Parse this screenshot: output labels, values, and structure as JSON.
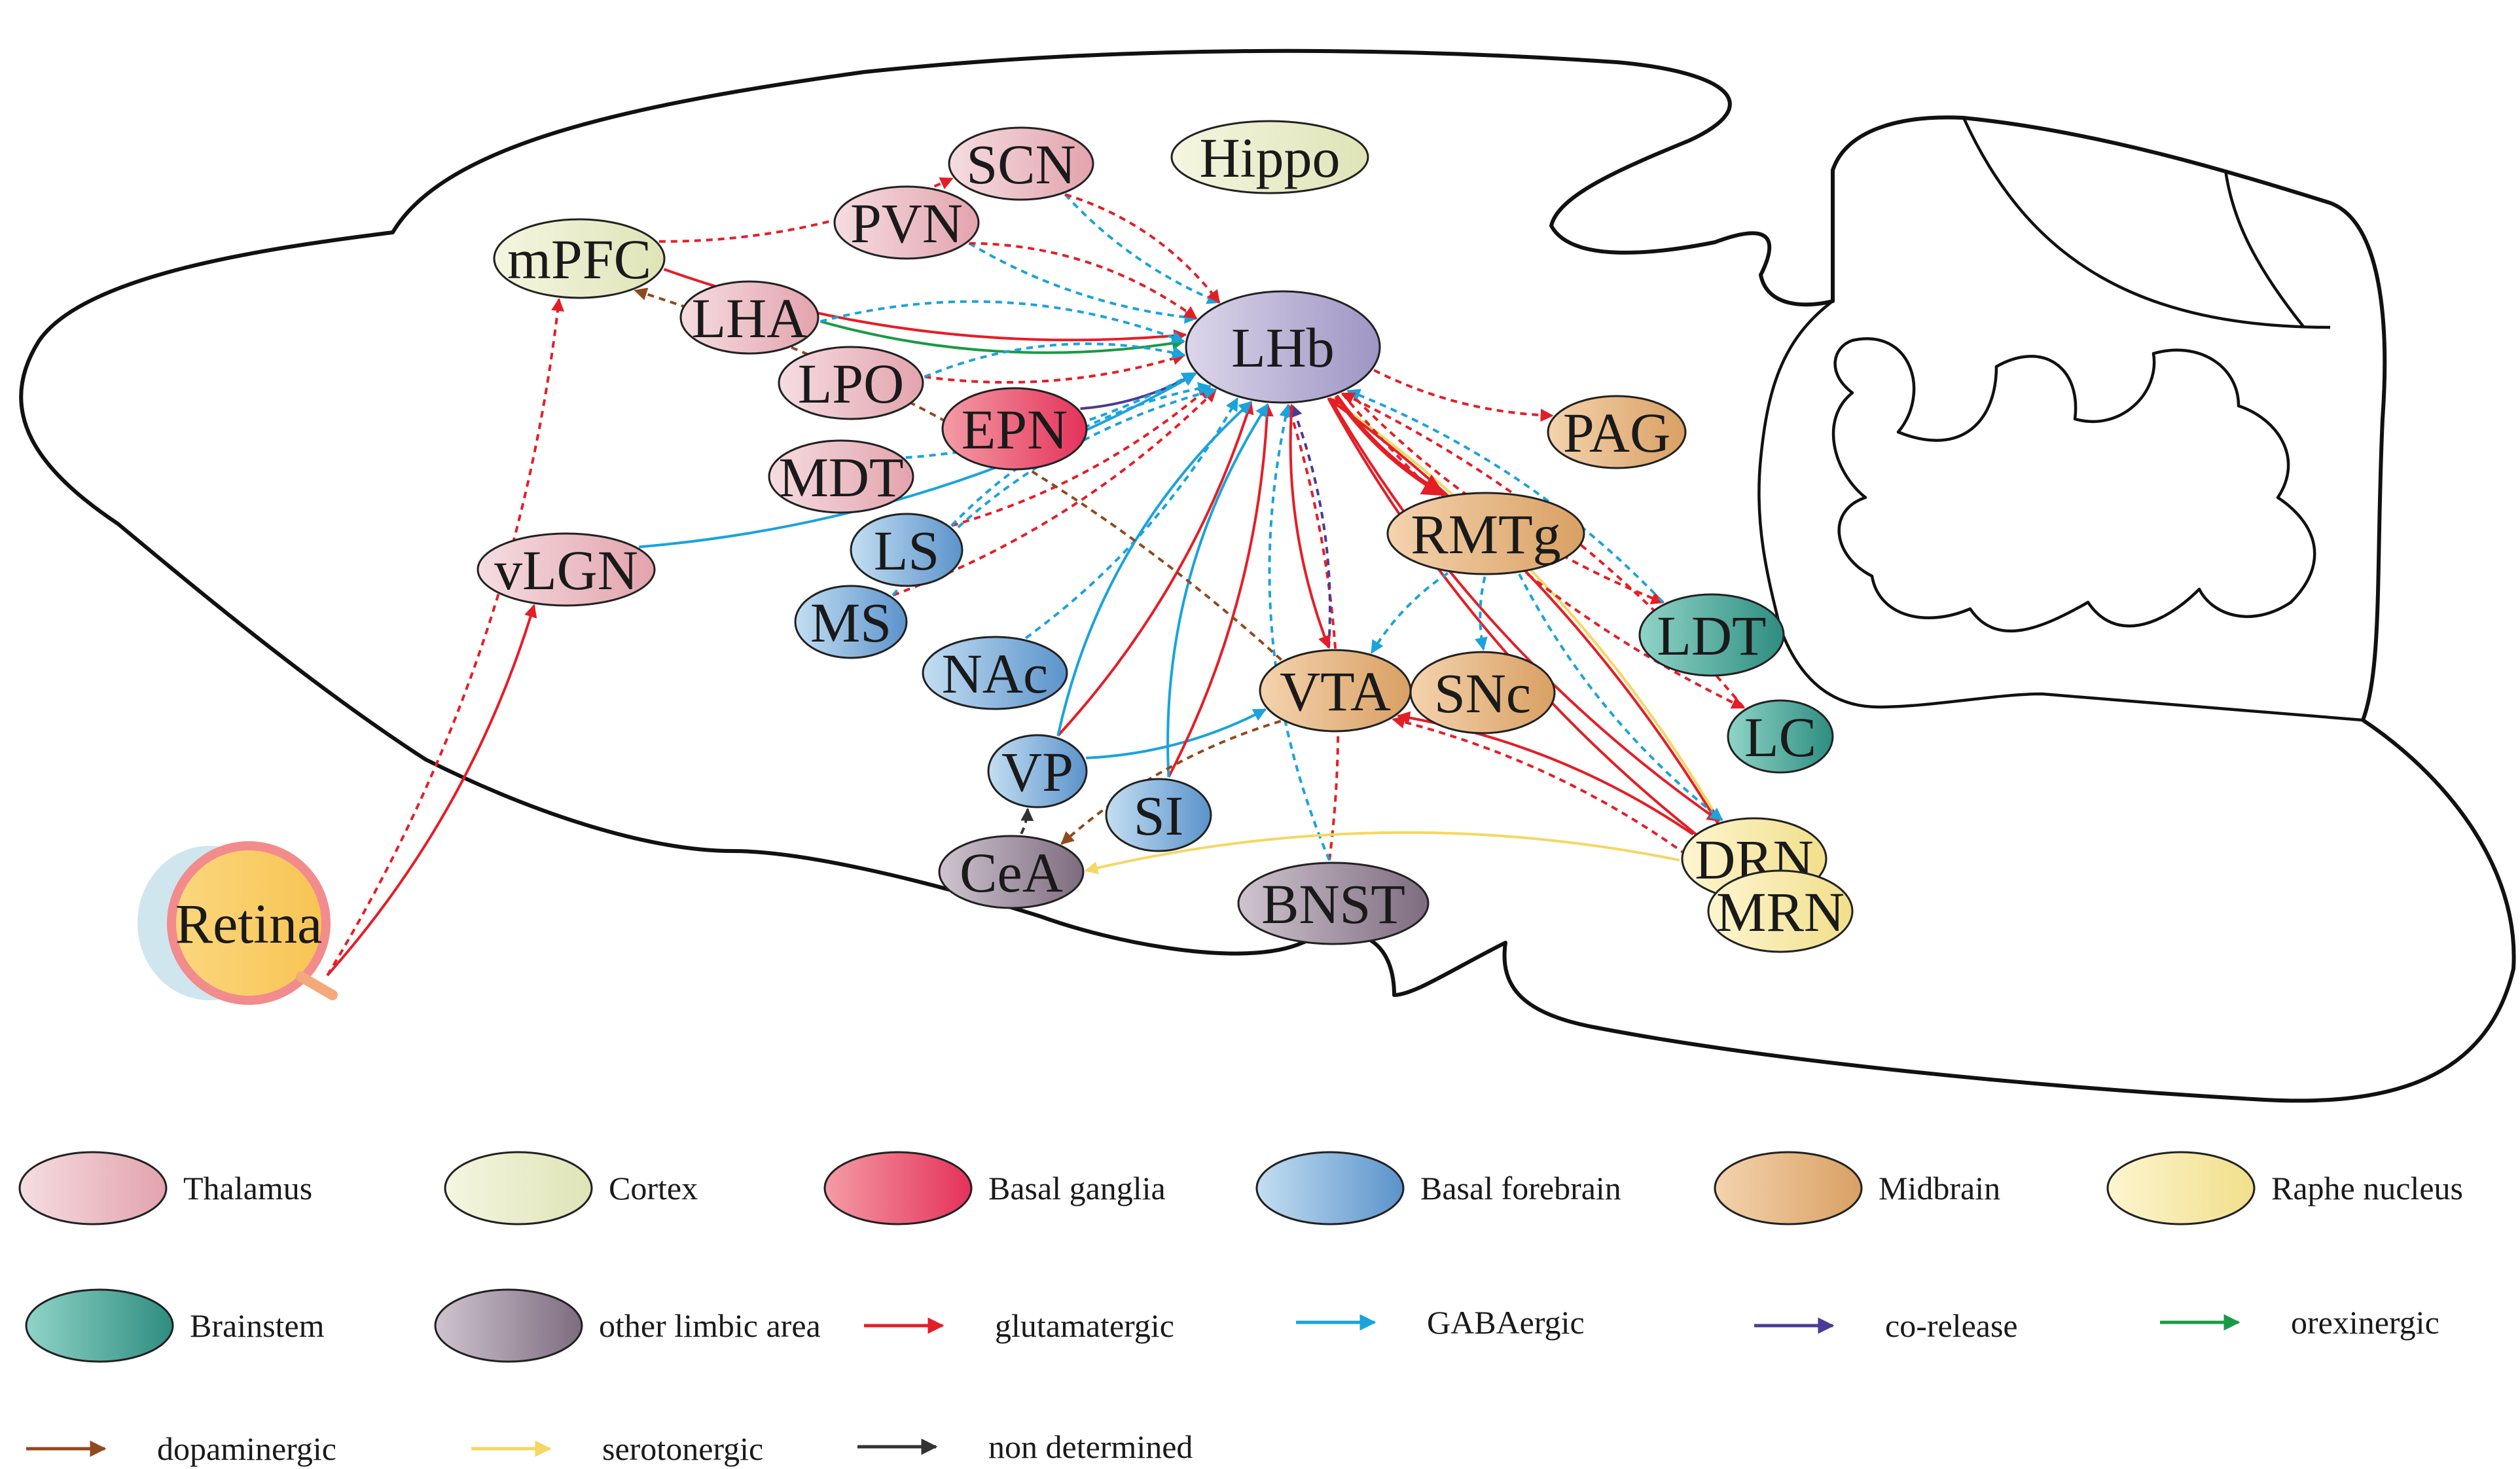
{
  "colors": {
    "glutamatergic": "#e41e26",
    "gabaergic": "#1aa3dc",
    "corelease": "#4b3a96",
    "orexinergic": "#1a9a45",
    "dopaminergic": "#8e4a1e",
    "serotonergic": "#f4d764",
    "nondetermined": "#333333"
  },
  "categories": {
    "thalamus": {
      "label": "Thalamus",
      "c1": "#f5dde1",
      "c2": "#e3a3ad"
    },
    "cortex": {
      "label": "Cortex",
      "c1": "#f4f6e0",
      "c2": "#dfe4b7"
    },
    "basal_ganglia": {
      "label": "Basal ganglia",
      "c1": "#f49ca5",
      "c2": "#e4325a"
    },
    "basal_forebrain": {
      "label": "Basal forebrain",
      "c1": "#c3def2",
      "c2": "#5b93cb"
    },
    "midbrain": {
      "label": "Midbrain",
      "c1": "#f4d3ae",
      "c2": "#d9a063"
    },
    "raphe": {
      "label": "Raphe nucleus",
      "c1": "#fdf5d0",
      "c2": "#f1df8a"
    },
    "brainstem": {
      "label": "Brainstem",
      "c1": "#8fd4c7",
      "c2": "#2e8d80"
    },
    "limbic": {
      "label": "other limbic area",
      "c1": "#cfc4cf",
      "c2": "#7d6c7f"
    },
    "lhb": {
      "label": "",
      "c1": "#dcd6ea",
      "c2": "#9e95c4"
    },
    "retina": {
      "label": "",
      "c1": "#fbd77f",
      "c2": "#f7c452"
    }
  },
  "nodes": [
    {
      "id": "SCN",
      "label": "SCN",
      "cat": "thalamus"
    },
    {
      "id": "Hippo",
      "label": "Hippo",
      "cat": "cortex"
    },
    {
      "id": "PVN",
      "label": "PVN",
      "cat": "thalamus"
    },
    {
      "id": "mPFC",
      "label": "mPFC",
      "cat": "cortex"
    },
    {
      "id": "LHA",
      "label": "LHA",
      "cat": "thalamus"
    },
    {
      "id": "LHb",
      "label": "LHb",
      "cat": "lhb"
    },
    {
      "id": "LPO",
      "label": "LPO",
      "cat": "thalamus"
    },
    {
      "id": "EPN",
      "label": "EPN",
      "cat": "basal_ganglia"
    },
    {
      "id": "PAG",
      "label": "PAG",
      "cat": "midbrain"
    },
    {
      "id": "MDT",
      "label": "MDT",
      "cat": "thalamus"
    },
    {
      "id": "RMTg",
      "label": "RMTg",
      "cat": "midbrain"
    },
    {
      "id": "LS",
      "label": "LS",
      "cat": "basal_forebrain"
    },
    {
      "id": "vLGN",
      "label": "vLGN",
      "cat": "thalamus"
    },
    {
      "id": "MS",
      "label": "MS",
      "cat": "basal_forebrain"
    },
    {
      "id": "LDT",
      "label": "LDT",
      "cat": "brainstem"
    },
    {
      "id": "NAc",
      "label": "NAc",
      "cat": "basal_forebrain"
    },
    {
      "id": "VTA",
      "label": "VTA",
      "cat": "midbrain"
    },
    {
      "id": "SNc",
      "label": "SNc",
      "cat": "midbrain"
    },
    {
      "id": "LC",
      "label": "LC",
      "cat": "brainstem"
    },
    {
      "id": "VP",
      "label": "VP",
      "cat": "basal_forebrain"
    },
    {
      "id": "SI",
      "label": "SI",
      "cat": "basal_forebrain"
    },
    {
      "id": "CeA",
      "label": "CeA",
      "cat": "limbic"
    },
    {
      "id": "DRN",
      "label": "DRN",
      "cat": "raphe"
    },
    {
      "id": "BNST",
      "label": "BNST",
      "cat": "limbic"
    },
    {
      "id": "MRN",
      "label": "MRN",
      "cat": "raphe"
    },
    {
      "id": "Retina",
      "label": "Retina",
      "cat": "retina"
    }
  ],
  "edges": [
    {
      "from": "Retina",
      "to": "vLGN",
      "type": "glutamatergic",
      "style": "solid"
    },
    {
      "from": "Retina",
      "to": "mPFC",
      "type": "glutamatergic",
      "style": "dashed"
    },
    {
      "from": "mPFC",
      "to": "SCN",
      "type": "glutamatergic",
      "style": "dashed"
    },
    {
      "from": "mPFC",
      "to": "LHb",
      "type": "glutamatergic",
      "style": "solid"
    },
    {
      "from": "LHA",
      "to": "LHb",
      "type": "orexinergic",
      "style": "solid"
    },
    {
      "from": "LHA",
      "to": "LHb",
      "type": "gabaergic",
      "style": "dashed"
    },
    {
      "from": "SCN",
      "to": "LHb",
      "type": "gabaergic",
      "style": "dashed"
    },
    {
      "from": "SCN",
      "to": "LHb",
      "type": "glutamatergic",
      "style": "dashed"
    },
    {
      "from": "PVN",
      "to": "LHb",
      "type": "gabaergic",
      "style": "dashed"
    },
    {
      "from": "PVN",
      "to": "LHb",
      "type": "glutamatergic",
      "style": "dashed"
    },
    {
      "from": "LPO",
      "to": "LHb",
      "type": "glutamatergic",
      "style": "dashed"
    },
    {
      "from": "LPO",
      "to": "LHb",
      "type": "gabaergic",
      "style": "dashed"
    },
    {
      "from": "EPN",
      "to": "LHb",
      "type": "corelease",
      "style": "solid"
    },
    {
      "from": "MDT",
      "to": "LHb",
      "type": "gabaergic",
      "style": "dashed"
    },
    {
      "from": "LS",
      "to": "LHb",
      "type": "glutamatergic",
      "style": "dashed"
    },
    {
      "from": "LS",
      "to": "LHb",
      "type": "gabaergic",
      "style": "dashed"
    },
    {
      "from": "MS",
      "to": "LHb",
      "type": "glutamatergic",
      "style": "dashed"
    },
    {
      "from": "MS",
      "to": "LHb",
      "type": "gabaergic",
      "style": "dashed"
    },
    {
      "from": "NAc",
      "to": "LHb",
      "type": "gabaergic",
      "style": "dashed"
    },
    {
      "from": "vLGN",
      "to": "LHb",
      "type": "gabaergic",
      "style": "solid"
    },
    {
      "from": "VP",
      "to": "LHb",
      "type": "glutamatergic",
      "style": "solid"
    },
    {
      "from": "VP",
      "to": "LHb",
      "type": "gabaergic",
      "style": "solid"
    },
    {
      "from": "VP",
      "to": "VTA",
      "type": "gabaergic",
      "style": "solid"
    },
    {
      "from": "SI",
      "to": "LHb",
      "type": "glutamatergic",
      "style": "solid"
    },
    {
      "from": "SI",
      "to": "LHb",
      "type": "gabaergic",
      "style": "solid"
    },
    {
      "from": "CeA",
      "to": "VP",
      "type": "nondetermined",
      "style": "dashed"
    },
    {
      "from": "BNST",
      "to": "LHb",
      "type": "glutamatergic",
      "style": "dashed"
    },
    {
      "from": "BNST",
      "to": "LHb",
      "type": "gabaergic",
      "style": "dashed"
    },
    {
      "from": "VTA",
      "to": "LHb",
      "type": "corelease",
      "style": "dashed"
    },
    {
      "from": "VTA",
      "to": "mPFC",
      "type": "dopaminergic",
      "style": "dashed"
    },
    {
      "from": "VTA",
      "to": "CeA",
      "type": "dopaminergic",
      "style": "dashed"
    },
    {
      "from": "DRN",
      "to": "LHb",
      "type": "serotonergic",
      "style": "solid"
    },
    {
      "from": "DRN",
      "to": "CeA",
      "type": "serotonergic",
      "style": "solid"
    },
    {
      "from": "DRN",
      "to": "VTA",
      "type": "glutamatergic",
      "style": "solid"
    },
    {
      "from": "MRN",
      "to": "VTA",
      "type": "glutamatergic",
      "style": "dashed"
    },
    {
      "from": "MRN",
      "to": "LHb",
      "type": "glutamatergic",
      "style": "solid"
    },
    {
      "from": "LHb",
      "to": "RMTg",
      "type": "glutamatergic",
      "style": "solid"
    },
    {
      "from": "LHb",
      "to": "PAG",
      "type": "glutamatergic",
      "style": "dashed"
    },
    {
      "from": "LHb",
      "to": "VTA",
      "type": "glutamatergic",
      "style": "solid"
    },
    {
      "from": "LHb",
      "to": "DRN",
      "type": "glutamatergic",
      "style": "solid"
    },
    {
      "from": "LHb",
      "to": "MRN",
      "type": "glutamatergic",
      "style": "solid"
    },
    {
      "from": "LHb",
      "to": "LDT",
      "type": "glutamatergic",
      "style": "dashed"
    },
    {
      "from": "LHb",
      "to": "LC",
      "type": "glutamatergic",
      "style": "dashed"
    },
    {
      "from": "RMTg",
      "to": "VTA",
      "type": "gabaergic",
      "style": "dashed"
    },
    {
      "from": "RMTg",
      "to": "SNc",
      "type": "gabaergic",
      "style": "dashed"
    },
    {
      "from": "RMTg",
      "to": "DRN",
      "type": "gabaergic",
      "style": "dashed"
    },
    {
      "from": "LDT",
      "to": "LHb",
      "type": "gabaergic",
      "style": "dashed"
    },
    {
      "from": "LC",
      "to": "LHb",
      "type": "glutamatergic",
      "style": "dashed"
    }
  ],
  "legend": {
    "regions": [
      {
        "cat": "thalamus",
        "label": "Thalamus"
      },
      {
        "cat": "cortex",
        "label": "Cortex"
      },
      {
        "cat": "basal_ganglia",
        "label": "Basal ganglia"
      },
      {
        "cat": "basal_forebrain",
        "label": "Basal forebrain"
      },
      {
        "cat": "midbrain",
        "label": "Midbrain"
      },
      {
        "cat": "raphe",
        "label": "Raphe nucleus"
      },
      {
        "cat": "brainstem",
        "label": "Brainstem"
      },
      {
        "cat": "limbic",
        "label": "other limbic area"
      }
    ],
    "arrows": [
      {
        "type": "glutamatergic",
        "label": "glutamatergic"
      },
      {
        "type": "gabaergic",
        "label": "GABAergic"
      },
      {
        "type": "corelease",
        "label": "co-release"
      },
      {
        "type": "orexinergic",
        "label": "orexinergic"
      },
      {
        "type": "dopaminergic",
        "label": "dopaminergic"
      },
      {
        "type": "serotonergic",
        "label": "serotonergic"
      },
      {
        "type": "nondetermined",
        "label": "non determined"
      }
    ]
  }
}
